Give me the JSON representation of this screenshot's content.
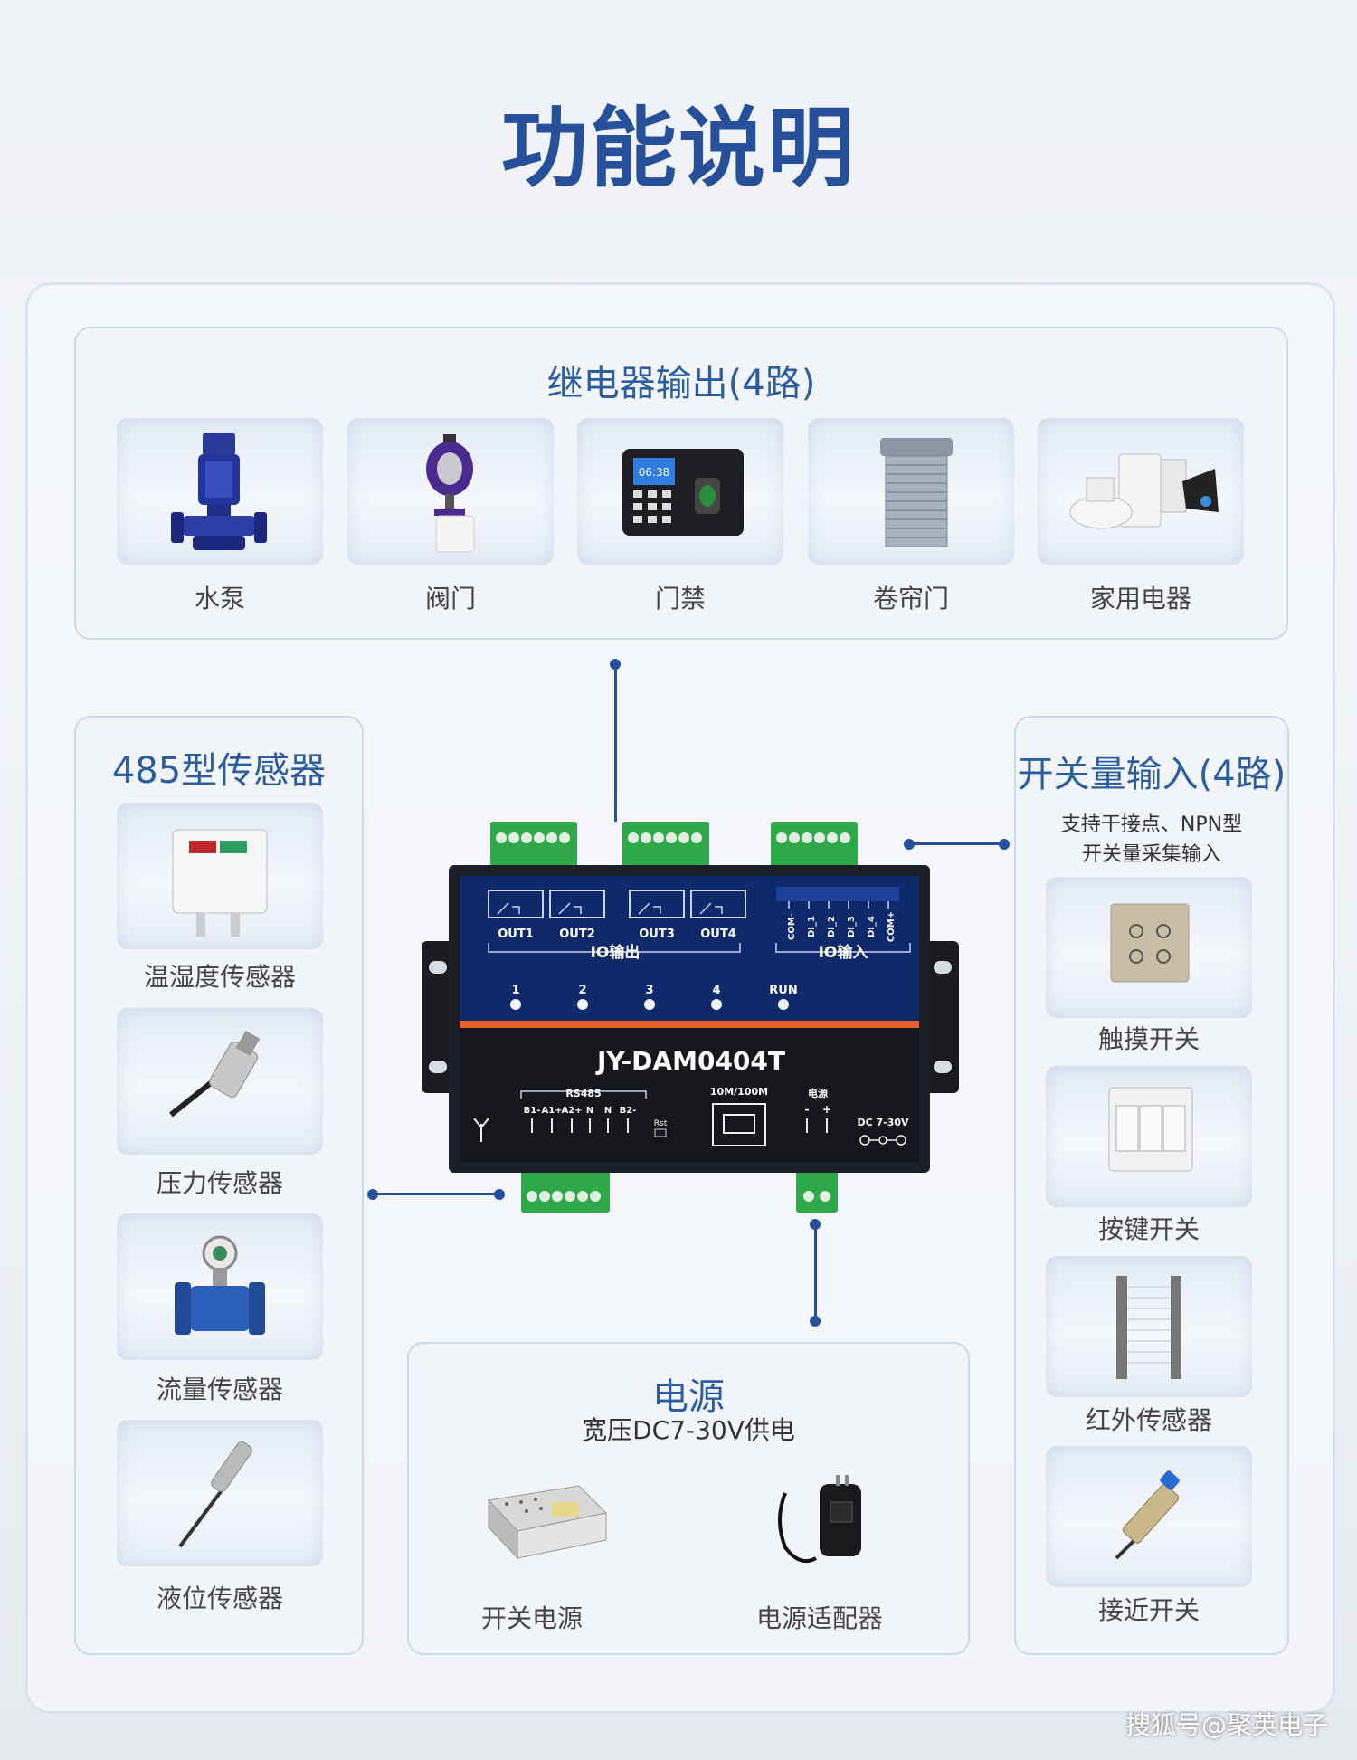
{
  "page_title": "功能说明",
  "relay_panel": {
    "title": "继电器输出(4路)",
    "items": [
      {
        "label": "水泵",
        "icon": "water-pump-icon"
      },
      {
        "label": "阀门",
        "icon": "valve-icon"
      },
      {
        "label": "门禁",
        "icon": "access-control-icon"
      },
      {
        "label": "卷帘门",
        "icon": "rolling-door-icon"
      },
      {
        "label": "家用电器",
        "icon": "home-appliances-icon"
      }
    ]
  },
  "sensor_panel": {
    "title": "485型传感器",
    "items": [
      {
        "label": "温湿度传感器",
        "icon": "temp-humidity-sensor-icon"
      },
      {
        "label": "压力传感器",
        "icon": "pressure-sensor-icon"
      },
      {
        "label": "流量传感器",
        "icon": "flow-sensor-icon"
      },
      {
        "label": "液位传感器",
        "icon": "level-sensor-icon"
      }
    ]
  },
  "switch_panel": {
    "title": "开关量输入(4路)",
    "desc_line1": "支持干接点、NPN型",
    "desc_line2": "开关量采集输入",
    "items": [
      {
        "label": "触摸开关",
        "icon": "touch-switch-icon"
      },
      {
        "label": "按键开关",
        "icon": "button-switch-icon"
      },
      {
        "label": "红外传感器",
        "icon": "infrared-sensor-icon"
      },
      {
        "label": "接近开关",
        "icon": "proximity-switch-icon"
      }
    ]
  },
  "power_panel": {
    "title": "电源",
    "subtitle": "宽压DC7-30V供电",
    "items": [
      {
        "label": "开关电源",
        "icon": "switching-power-supply-icon"
      },
      {
        "label": "电源适配器",
        "icon": "power-adapter-icon"
      }
    ]
  },
  "device": {
    "model": "JY-DAM0404T",
    "outputs": [
      "OUT1",
      "OUT2",
      "OUT3",
      "OUT4"
    ],
    "io_output_label": "IO输出",
    "inputs": [
      "COM-",
      "DI_1",
      "DI_2",
      "DI_3",
      "DI_4",
      "COM+"
    ],
    "io_input_label": "IO输入",
    "leds": [
      "1",
      "2",
      "3",
      "4",
      "RUN"
    ],
    "rs485_label": "RS485",
    "rs485_pins": [
      "B1-",
      "A1+",
      "A2+",
      "N",
      "N",
      "B2-"
    ],
    "rst_label": "Rst",
    "ethernet_label": "10M/100M",
    "power_label": "电源",
    "power_pins": [
      "-",
      "+"
    ],
    "dc_label": "DC 7-30V",
    "colors": {
      "body": "#1c1f26",
      "panel": "#0f2a6b",
      "stripe": "#e8612c",
      "terminal": "#2fa84a"
    }
  },
  "watermark": "搜狐号@聚英电子",
  "colors": {
    "title": "#27509a",
    "panel_title": "#2c5d9e",
    "line": "#27509a"
  }
}
